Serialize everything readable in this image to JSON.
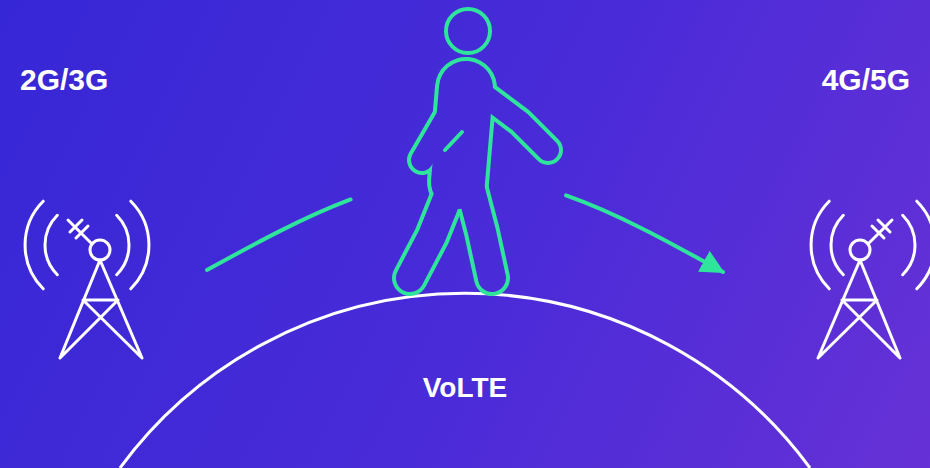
{
  "diagram": {
    "nodes": [
      {
        "text": [
          "2G/3G"
        ]
      },
      {
        "text": [
          "4G/5G"
        ]
      }
    ],
    "edges": [
      {
        "from": 0,
        "to": 1,
        "arrow": "to"
      }
    ],
    "labels": [
      "VoLTE"
    ]
  }
}
